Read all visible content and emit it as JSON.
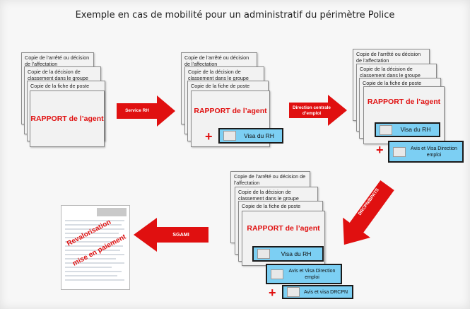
{
  "title": "Exemple en cas de mobilité pour un administratif du périmètre Police",
  "docs": {
    "arrete": "Copie de l’arrêté ou décision de l’affectation",
    "classement": "Copie de la décision de classement dans le groupe",
    "fiche": "Copie de la fiche de poste",
    "rapport": "RAPPORT de l’agent"
  },
  "visas": {
    "rh": "Visa du  RH",
    "direction": "Avis et Visa Direction emploi",
    "dircpn": "Avis et visa DRCPN"
  },
  "plus": "+",
  "arrows": {
    "service_rh": "Service RH",
    "direction_centrale": "Direction centrale d’emploi",
    "drcpn": "DRCPN/BPATS",
    "sgami": "SGAMI"
  },
  "result_doc": {
    "line1": "Revalorisation",
    "line2": "mise en paiement"
  },
  "colors": {
    "arrow_red": "#e01010",
    "visa_blue": "#7ccff3"
  }
}
